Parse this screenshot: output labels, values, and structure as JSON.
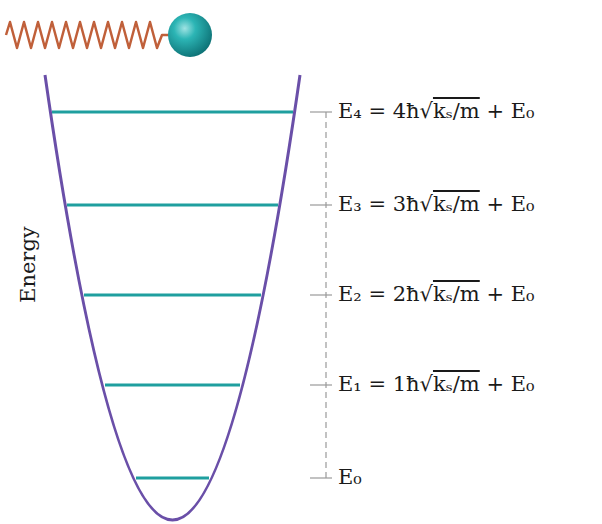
{
  "diagram": {
    "labels": [
      "Energy",
      "E₄ = 4ħ√kₛ/m + E₀",
      "E₃ = 3ħ√kₛ/m + E₀",
      "E₂ = 2ħ√kₛ/m + E₀",
      "E₁ = 1ħ√kₛ/m + E₀",
      "E₀"
    ]
  }
}
